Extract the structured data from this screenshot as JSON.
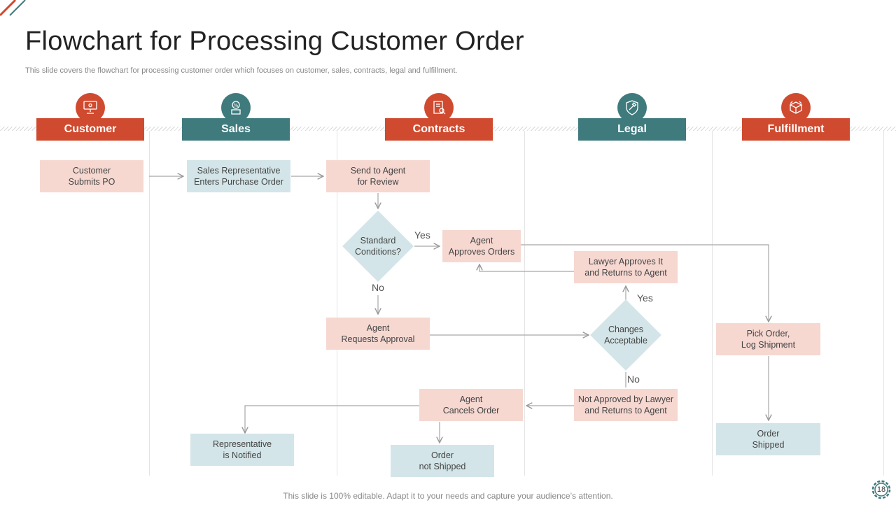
{
  "title": "Flowchart for Processing Customer Order",
  "subtitle": "This slide covers the flowchart for processing customer order which focuses on customer, sales, contracts, legal and fulfillment.",
  "footer": "This slide is 100% editable. Adapt it to your needs and capture your audience’s attention.",
  "page_number": "18",
  "lanes": [
    "Customer",
    "Sales",
    "Contracts",
    "Legal",
    "Fulfillment"
  ],
  "nodes": {
    "customer_submits_po": "Customer\nSubmits PO",
    "sales_rep_enters_po": "Sales Representative\nEnters Purchase Order",
    "send_to_agent": "Send to Agent\nfor Review",
    "standard_conditions": "Standard\nConditions?",
    "agent_approves": "Agent\nApproves  Orders",
    "lawyer_approves": "Lawyer Approves  It\nand Returns to Agent",
    "agent_requests": "Agent\nRequests Approval",
    "changes_acceptable": "Changes\nAcceptable",
    "pick_order": "Pick Order,\nLog Shipment",
    "not_approved": "Not Approved  by Lawyer\nand Returns to Agent",
    "agent_cancels": "Agent\nCancels Order",
    "rep_notified": "Representative\nis Notified",
    "order_not_shipped": "Order\nnot Shipped",
    "order_shipped": "Order\nShipped"
  },
  "edge_labels": {
    "standard_yes": "Yes",
    "standard_no": "No",
    "changes_yes": "Yes",
    "changes_no": "No"
  },
  "colors": {
    "accent_red": "#d04a2f",
    "accent_teal": "#3f7a7d",
    "box_pink": "#f6d8d1",
    "box_blue": "#d3e5e8"
  }
}
